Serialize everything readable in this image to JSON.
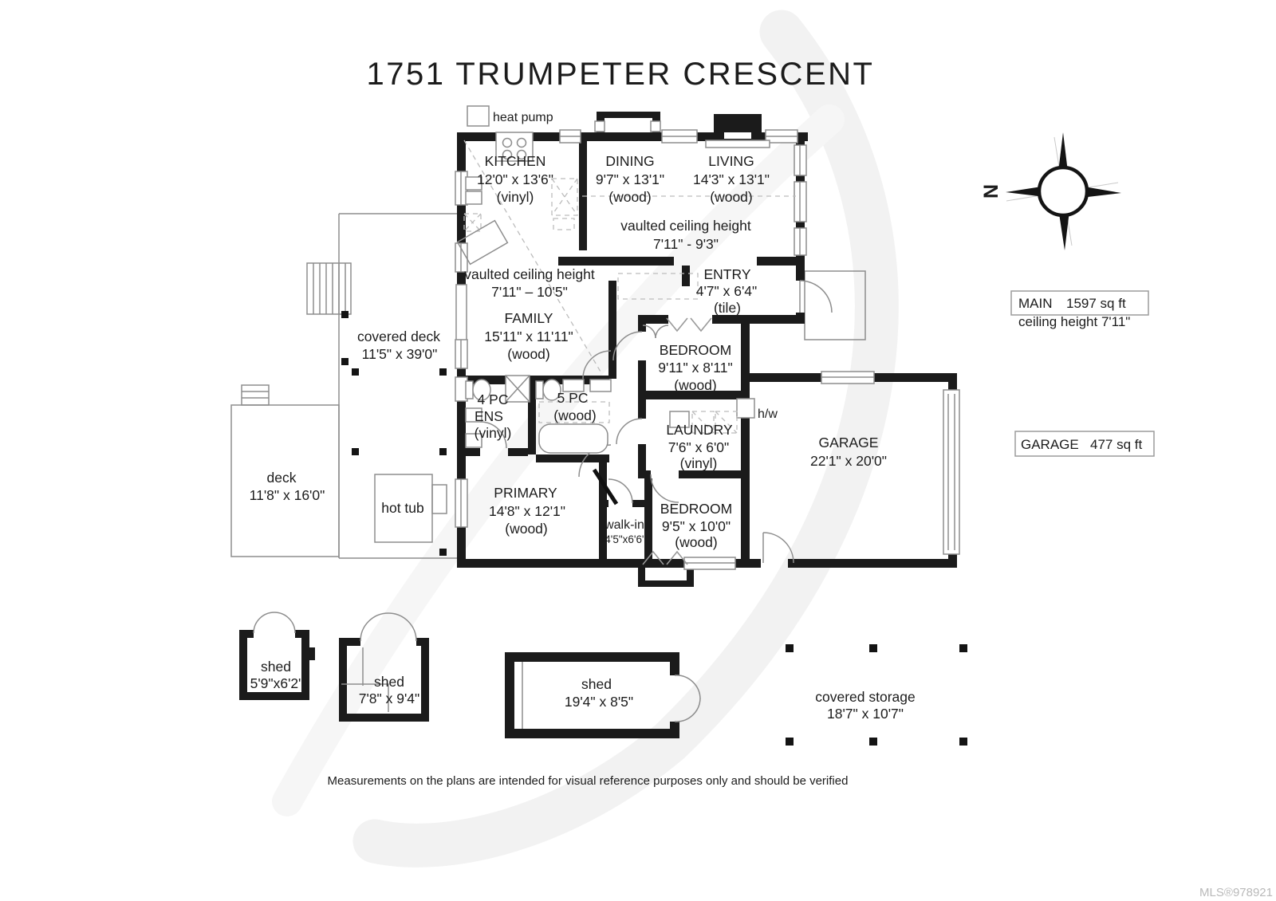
{
  "title": "1751 TRUMPETER CRESCENT",
  "compass": {
    "north_letter": "N"
  },
  "summary": {
    "main_name": "MAIN",
    "main_area": "1597 sq ft",
    "main_ceiling": "ceiling height 7'11\"",
    "garage_name": "GARAGE",
    "garage_area": "477 sq ft"
  },
  "rooms": {
    "kitchen": {
      "name": "KITCHEN",
      "dims": "12'0\" x 13'6\"",
      "floor": "(vinyl)"
    },
    "dining": {
      "name": "DINING",
      "dims": "9'7\" x 13'1\"",
      "floor": "(wood)"
    },
    "living": {
      "name": "LIVING",
      "dims": "14'3\" x 13'1\"",
      "floor": "(wood)"
    },
    "family": {
      "name": "FAMILY",
      "dims": "15'11\" x 11'11\"",
      "floor": "(wood)"
    },
    "entry": {
      "name": "ENTRY",
      "dims": "4'7\" x 6'4\"",
      "floor": "(tile)"
    },
    "bedroom_front": {
      "name": "BEDROOM",
      "dims": "9'11\" x 8'11\"",
      "floor": "(wood)"
    },
    "ensuite": {
      "line1": "4 PC",
      "line2": "ENS",
      "floor": "(vinyl)"
    },
    "bathroom": {
      "name": "5 PC",
      "floor": "(wood)"
    },
    "laundry": {
      "name": "LAUNDRY",
      "dims": "7'6\" x 6'0\"",
      "floor": "(vinyl)"
    },
    "garage": {
      "name": "GARAGE",
      "dims": "22'1\" x 20'0\""
    },
    "primary": {
      "name": "PRIMARY",
      "dims": "14'8\" x 12'1\"",
      "floor": "(wood)"
    },
    "walk_in": {
      "name": "walk-in",
      "dims": "4'5\"x6'6\""
    },
    "bedroom_back": {
      "name": "BEDROOM",
      "dims": "9'5\" x 10'0\"",
      "floor": "(wood)"
    },
    "hot_water": "h/w",
    "heat_pump": "heat pump"
  },
  "ceiling_notes": {
    "living_area": {
      "line1": "vaulted ceiling height",
      "line2": "7'11\" - 9'3\""
    },
    "family_area": {
      "line1": "vaulted ceiling height",
      "line2": "7'11\" – 10'5\""
    }
  },
  "outdoor": {
    "covered_deck": {
      "name": "covered deck",
      "dims": "11'5\" x 39'0\""
    },
    "deck": {
      "name": "deck",
      "dims": "11'8\" x 16'0\""
    },
    "hot_tub": {
      "name": "hot tub"
    },
    "shed_small": {
      "name": "shed",
      "dims": "5'9\"x6'2\""
    },
    "shed_mid": {
      "name": "shed",
      "dims": "7'8\" x 9'4\""
    },
    "shed_long": {
      "name": "shed",
      "dims": "19'4\" x 8'5\""
    },
    "covered_storage": {
      "name": "covered storage",
      "dims": "18'7\" x 10'7\""
    }
  },
  "footer": {
    "disclaimer": "Measurements on the plans are intended for visual reference purposes only and should be verified",
    "mls": "MLS®978921"
  }
}
